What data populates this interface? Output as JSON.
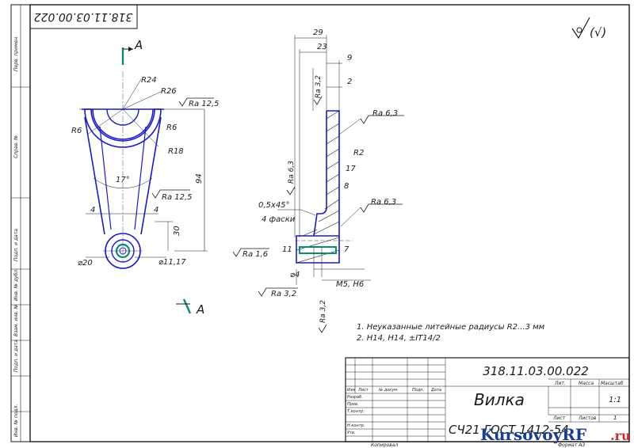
{
  "stamp_code_rotated": "318.11.03.00.022",
  "roughness_general": "(√)",
  "section_labels": {
    "top": "A",
    "bottom": "A"
  },
  "left_view": {
    "dims": {
      "r24": "R24",
      "r26": "R26",
      "r6_left": "R6",
      "r6_right": "R6",
      "r18": "R18",
      "ra125_top": "Ra 12,5",
      "h94": "94",
      "angle17": "17°",
      "ra125_mid": "Ra 12,5",
      "w4_left": "4",
      "w4_right": "4",
      "h30": "30",
      "d20": "⌀20",
      "d11": "⌀11,17"
    }
  },
  "right_view": {
    "dims": {
      "w29": "29",
      "w23": "23",
      "w9": "9",
      "w2": "2",
      "ra32_top": "Ra 3,2",
      "ra63_left": "Ra 6,3",
      "ra63_top": "Ra 6,3",
      "r2": "R2",
      "h17": "17",
      "h8": "8",
      "chamfer": "0,5x45°",
      "chamfer_count": "4 фаски",
      "ra63_right": "Ra 6,3",
      "ra16": "Ra 1,6",
      "h11": "11",
      "h7": "7",
      "d4": "⌀4",
      "m5": "M5, H6",
      "ra32_bottom_left": "Ra 3,2",
      "ra32_bottom": "Ra 3,2"
    }
  },
  "notes": [
    "1. Неуказанные литейные радиусы R2...3 мм",
    "2. H14, H14, ±IT14/2"
  ],
  "title_block": {
    "code": "318.11.03.00.022",
    "name": "Вилка",
    "material": "СЧ21 ГОСТ 1412-54",
    "col_headers": [
      "Лит.",
      "Масса",
      "Масштаб"
    ],
    "scale": "1:1",
    "sheet_label": "Лист",
    "sheets_label": "Листов",
    "sheets_count": "1",
    "row_labels": [
      "Изм",
      "Лист",
      "№ докум.",
      "Подп.",
      "Дата"
    ],
    "sign_labels": [
      "Разраб.",
      "Пров.",
      "Т.контр.",
      "",
      "Н.контр.",
      "Утв."
    ],
    "copied": "Копировал",
    "format": "Формат   А3"
  },
  "margin_labels": [
    "Перв. примен.",
    "Справ. №",
    "Подп. и дата",
    "Инв. № дубл.",
    "Взам. инв. №",
    "Подп. и дата",
    "Инв. № подл."
  ],
  "watermark": {
    "brand": "KursovoyRF",
    "suffix": ".ru"
  }
}
